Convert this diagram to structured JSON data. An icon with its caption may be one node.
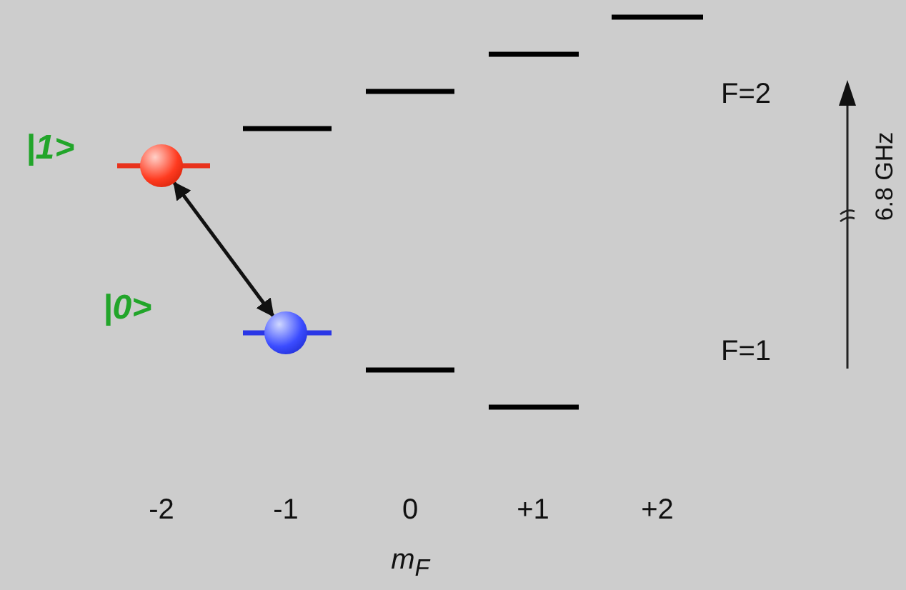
{
  "diagram": {
    "nodes": [
      {
        "text": [],
        "shape": "circle",
        "beside": [
          "|1>"
        ]
      },
      {
        "text": [],
        "shape": "circle",
        "beside": [
          "|0>"
        ]
      }
    ],
    "edges": [
      {
        "from": 0,
        "to": 1,
        "arrow": "both"
      }
    ],
    "labels": [
      "F=2",
      "6.8 GHz",
      "F=1",
      "-2",
      "-1",
      "0",
      "+1",
      "+2",
      "m$_{F}$"
    ]
  }
}
